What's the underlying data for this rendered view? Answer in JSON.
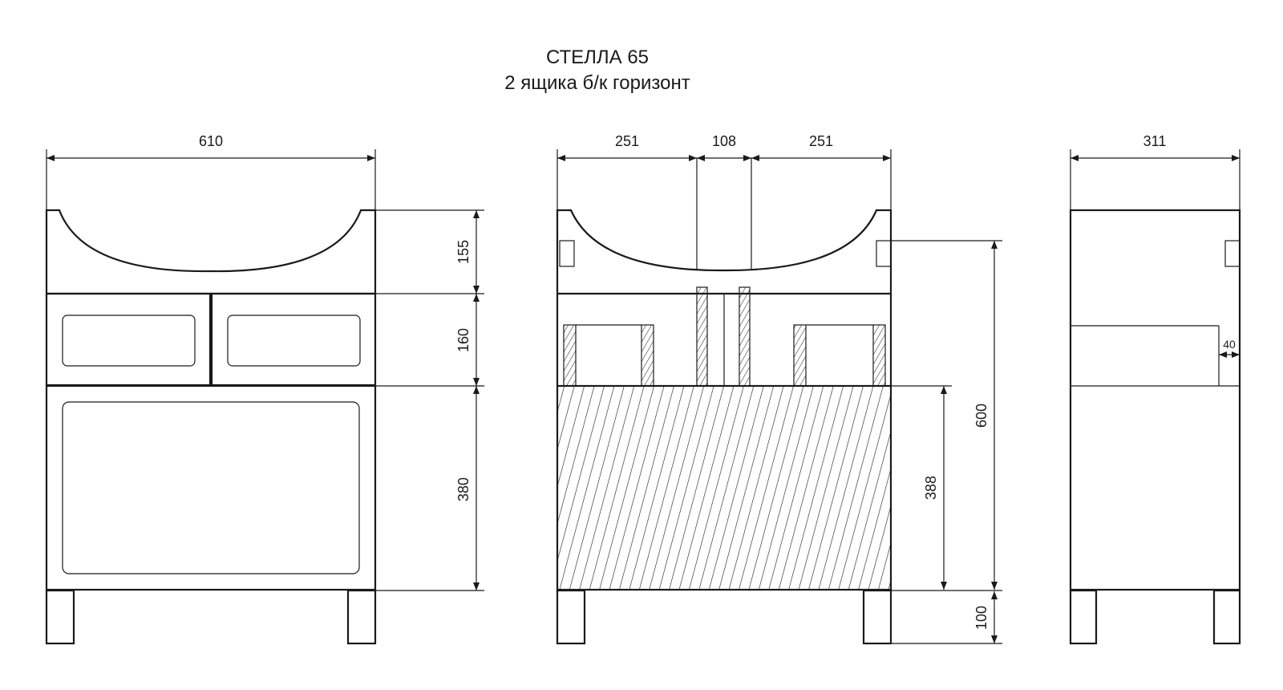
{
  "title": {
    "line1": "СТЕЛЛА 65",
    "line2": "2 ящика б/к горизонт"
  },
  "front_view": {
    "width": "610",
    "heights": [
      "155",
      "160",
      "380"
    ]
  },
  "section_view": {
    "widths": [
      "251",
      "108",
      "251"
    ],
    "total_height": "600",
    "lower_height": "388",
    "leg_height": "100"
  },
  "side_view": {
    "depth": "311",
    "offset": "40"
  }
}
